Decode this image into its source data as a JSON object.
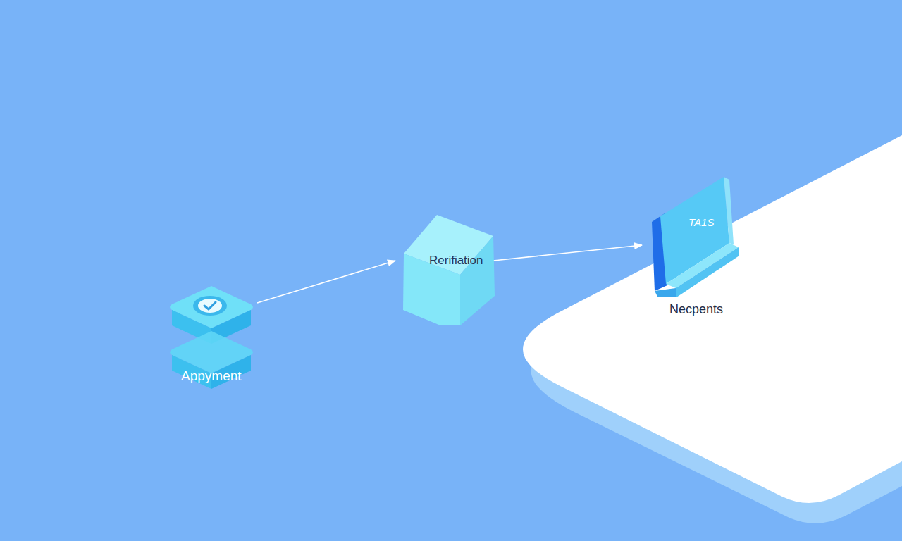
{
  "diagram": {
    "nodes": [
      {
        "text": [
          "Appyment"
        ]
      },
      {
        "text": [
          "Rerifiation"
        ]
      },
      {
        "text": [
          "TA1S",
          "Necpents"
        ]
      }
    ],
    "edges": [
      {
        "from": 0,
        "to": 1,
        "arrow": "to"
      },
      {
        "from": 1,
        "to": 2,
        "arrow": "to"
      }
    ]
  }
}
